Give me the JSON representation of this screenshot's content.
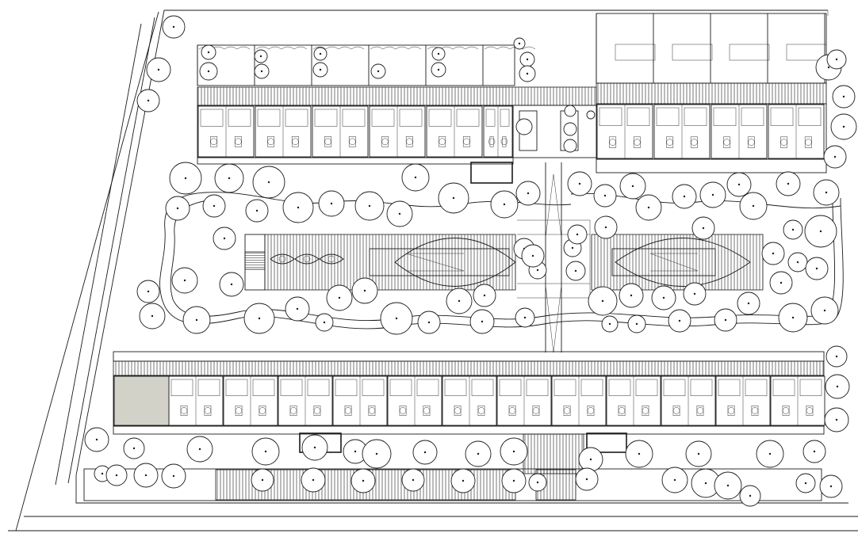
{
  "plan": {
    "colors": {
      "ink": "#1a1a1a",
      "paper": "#ffffff",
      "highlight_unit": "#d2d2c8"
    },
    "elements": [
      "site-boundary",
      "street-edge",
      "north-row-houses",
      "east-row-houses",
      "south-row-houses",
      "central-garden",
      "garden-path",
      "pergola-west",
      "pergola-east",
      "pool-west",
      "pool-east",
      "trees",
      "parking-strip",
      "highlighted-unit"
    ]
  }
}
